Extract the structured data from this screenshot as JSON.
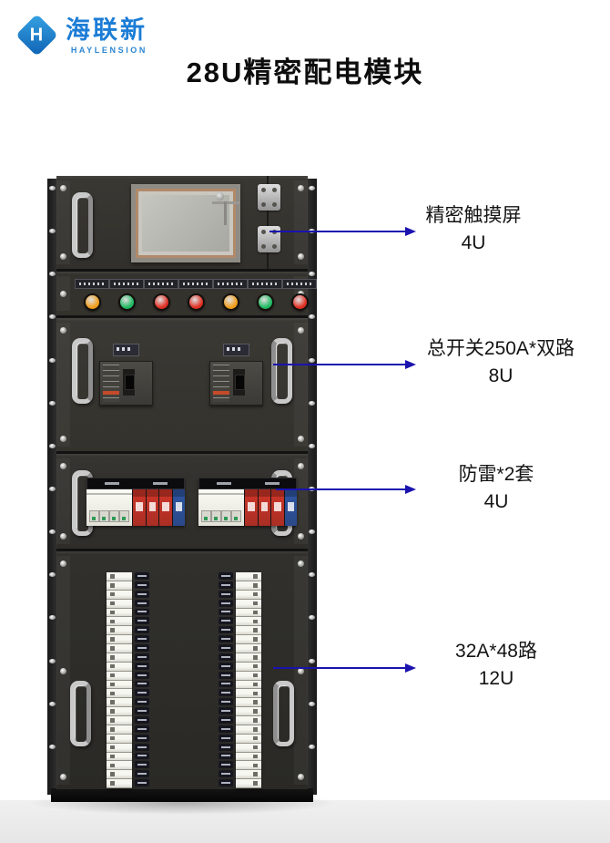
{
  "header": {
    "brand_name": "海联新",
    "brand_subtitle": "HAYLENSION",
    "title": "28U精密配电模块"
  },
  "annotations": [
    {
      "label": "精密触摸屏",
      "units": "4U"
    },
    {
      "label": "总开关250A*双路",
      "units": "8U"
    },
    {
      "label": "防雷*2套",
      "units": "4U"
    },
    {
      "label": "32A*48路",
      "units": "12U"
    }
  ],
  "cabinet": {
    "indicator_lamps": [
      {
        "name": "amber",
        "hex": "#f09d1c"
      },
      {
        "name": "green",
        "hex": "#1fba62"
      },
      {
        "name": "red",
        "hex": "#df2f23"
      },
      {
        "name": "red",
        "hex": "#df2f23"
      },
      {
        "name": "amber",
        "hex": "#f09d1c"
      },
      {
        "name": "green",
        "hex": "#1fba62"
      },
      {
        "name": "red",
        "hex": "#df2f23"
      }
    ],
    "main_breaker_count": 2,
    "spd_group_count": 2,
    "spd_modules": [
      {
        "name": "spd-red",
        "hex": "#cf3528"
      },
      {
        "name": "spd-red",
        "hex": "#cf3528"
      },
      {
        "name": "spd-red",
        "hex": "#cf3528"
      },
      {
        "name": "spd-blue",
        "hex": "#2f56a4"
      }
    ],
    "branch_columns": 2,
    "branch_breakers_per_column": 24,
    "rail_screw_count": 14
  },
  "colors": {
    "brand_blue": "#1c7dd6",
    "arrow_blue": "#1a13ae",
    "panel_dark": "#33312d"
  }
}
